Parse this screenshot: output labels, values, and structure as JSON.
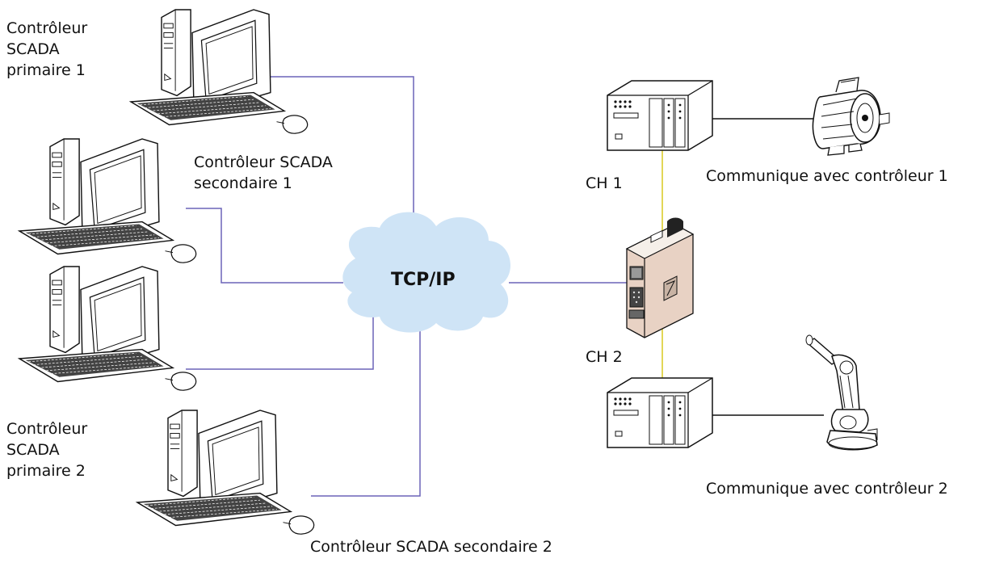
{
  "network": {
    "label": "TCP/IP",
    "line_color": "#6b64b8",
    "cloud_color": "#cfe4f6"
  },
  "computers": [
    {
      "id": "primary-1",
      "label_lines": [
        "Contrôleur",
        "SCADA",
        "primaire 1"
      ]
    },
    {
      "id": "secondary-1",
      "label_lines": [
        "Contrôleur SCADA",
        "secondaire 1"
      ]
    },
    {
      "id": "primary-2",
      "label_lines": [
        "Contrôleur",
        "SCADA",
        "primaire 2"
      ]
    },
    {
      "id": "secondary-2",
      "label_lines": [
        "Contrôleur SCADA secondaire 2"
      ]
    }
  ],
  "gateway": {
    "channel_1": "CH 1",
    "channel_2": "CH 2",
    "serial_line_color": "#d8c91f",
    "body_color": "#e8d2c4"
  },
  "controllers": [
    {
      "id": "controller-1",
      "device": "motor-icon",
      "label": "Communique avec contrôleur 1"
    },
    {
      "id": "controller-2",
      "device": "robot-arm-icon",
      "label": "Communique avec contrôleur 2"
    }
  ]
}
